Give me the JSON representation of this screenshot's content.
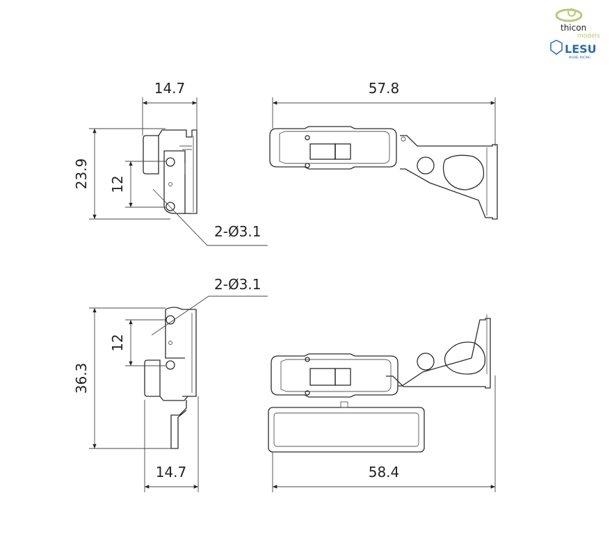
{
  "logos": {
    "thicon": {
      "name": "thicon",
      "sub": "models",
      "color": "#b7c97a"
    },
    "lesu": {
      "name": "LESU",
      "sub": "MODEL RACING",
      "color": "#2a6ab0"
    }
  },
  "dimensions": {
    "top_side_width": "14.7",
    "top_front_width": "57.8",
    "top_side_height": "23.9",
    "top_hole_spacing": "12",
    "top_hole_callout": "2-Ø3.1",
    "bottom_hole_callout": "2-Ø3.1",
    "bottom_hole_spacing": "12",
    "bottom_side_height": "36.3",
    "bottom_side_width": "14.7",
    "bottom_front_width": "58.4"
  }
}
